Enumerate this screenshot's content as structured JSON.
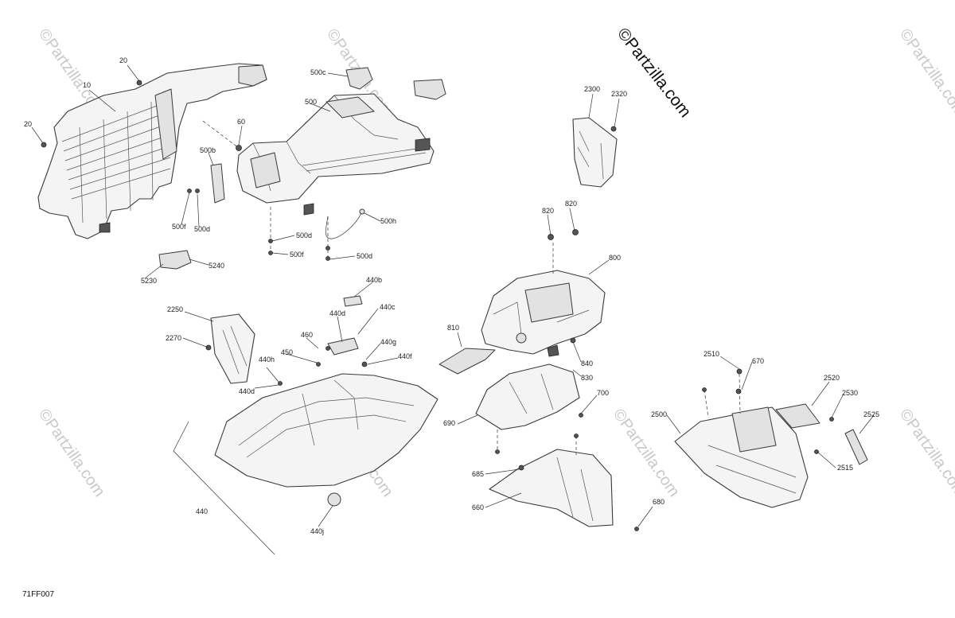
{
  "diagram": {
    "code": "71FF007",
    "brand_watermark": "©Partzilla.com",
    "faint_watermark": "©Partzilla.com",
    "callouts": [
      "20",
      "10",
      "20",
      "60",
      "500c",
      "500",
      "500b",
      "500f",
      "500d",
      "500h",
      "500d",
      "500f",
      "500d",
      "5240",
      "5230",
      "2300",
      "2320",
      "820",
      "820",
      "800",
      "440b",
      "440c",
      "440d",
      "2250",
      "2270",
      "460",
      "450",
      "440g",
      "440f",
      "440h",
      "440d",
      "440",
      "440j",
      "810",
      "840",
      "830",
      "700",
      "690",
      "685",
      "660",
      "680",
      "2510",
      "670",
      "2520",
      "2530",
      "2500",
      "2525",
      "2515"
    ]
  }
}
